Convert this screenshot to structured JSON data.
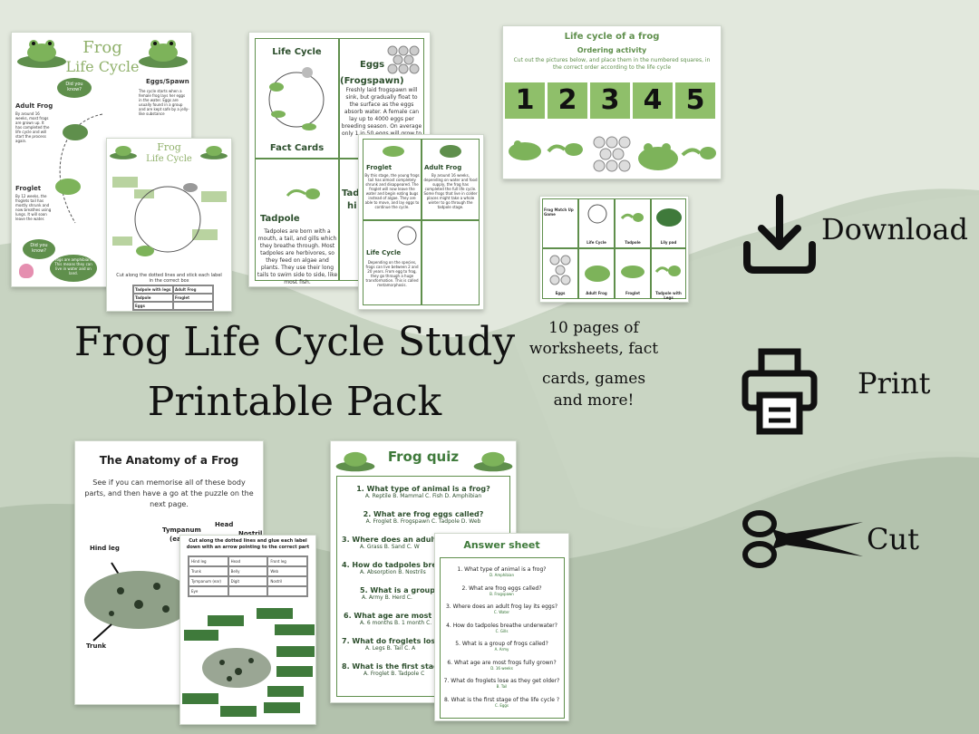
{
  "headline": {
    "line1": "Frog Life Cycle Study",
    "line2": "Printable Pack"
  },
  "subtext": {
    "line1": "10 pages of",
    "line2": "worksheets, fact",
    "line3": "cards, games",
    "line4": "and more!"
  },
  "actions": [
    {
      "label": "Download",
      "icon": "download-icon"
    },
    {
      "label": "Print",
      "icon": "printer-icon"
    },
    {
      "label": "Cut",
      "icon": "scissors-icon"
    }
  ],
  "colors": {
    "background": "#c7d3c1",
    "wave": "#e2e8dd",
    "accent": "#5f8f4c",
    "dark_green": "#3f7a3b"
  },
  "sheet1": {
    "title1": "Frog",
    "title2": "Life Cycle",
    "did_you_know": "Did you know?",
    "eggs_heading": "Eggs/Spawn",
    "eggs_text": "The cycle starts when a female frog lays her eggs in the water. Eggs are usually found in a group and are kept safe by a jelly-like substance",
    "adult_heading": "Adult Frog",
    "adult_text": "By around 16 weeks, most frogs are grown up. It has completed the life cycle and will start the process again.",
    "froglet_heading": "Froglet",
    "froglet_text": "By 12 weeks, the froglets tail has mostly shrunk and now breathes using lungs. It will soon leave the water.",
    "did_you_know2": "Did you know?",
    "frogs_amphibians": "Frogs are amphibians. This means they can live in water and on land."
  },
  "sheet2": {
    "title1": "Frog",
    "title2": "Life Cycle",
    "instruction": "Cut along the dotted lines and stick each label in the correct box",
    "table": [
      "Tadpole with legs",
      "Adult Frog",
      "Tadpole",
      "Froglet",
      "Eggs",
      ""
    ]
  },
  "sheet3": {
    "life_cycle": "Life Cycle",
    "fact_cards": "Fact Cards",
    "eggs_heading": "Eggs",
    "frogspawn": "(Frogspawn)",
    "eggs_text": "Freshly laid frogspawn will sink, but gradually float to the surface as the eggs absorb water. A female can lay up to 4000 eggs per breeding season. On average only 1 in 50 eggs will grow to adulthood.",
    "tadpole_heading": "Tadpole",
    "tadpole_text": "Tadpoles are born with a mouth, a tail, and gills which they breathe through. Most tadpoles are herbivores, so they feed on algae and plants. They use their long tails to swim side to side, like most fish.",
    "tad_heading_cut": "Tadp",
    "hi_cut": "hi"
  },
  "sheet4": {
    "froglet_heading": "Froglet",
    "froglet_text": "By this stage, the young frogs tail has almost completely shrunk and disappeared. The froglet will now leave the water and begin eating bugs instead of algae. They are able to move, and lay eggs to continue the cycle.",
    "adult_heading": "Adult Frog",
    "adult_text": "By around 16 weeks, depending on water and food supply, the frog has completed the full life cycle. Some frogs that live in colder places might take a whole winter to go through the tadpole stage.",
    "lc_heading": "Life Cycle",
    "lc_text": "Depending on the species, frogs can live between 2 and 20 years. From egg to frog, they go through a huge transformation. This is called metamorphosis."
  },
  "sheet5": {
    "title": "Life cycle of a frog",
    "subtitle": "Ordering activity",
    "instruction": "Cut out the pictures below, and place them in the numbered squares, in the correct order according to the life cycle",
    "numbers": [
      "1",
      "2",
      "3",
      "4",
      "5"
    ]
  },
  "sheet6": {
    "title": "Frog Match Up Game",
    "labels": [
      "Life Cycle",
      "Tadpole",
      "Lily pad",
      "Eggs",
      "Adult Frog",
      "Froglet",
      "Tadpole with Legs"
    ]
  },
  "sheet7": {
    "title": "The Anatomy of a Frog",
    "intro": "See if you can memorise all of these body parts, and then have a go at the puzzle on the next page.",
    "labels": {
      "tympanum": "Tympanum",
      "ear": "(ea",
      "head": "Head",
      "nostril": "Nostril",
      "hind_leg": "Hind leg",
      "trunk": "Trunk"
    }
  },
  "sheet8": {
    "instruction": "Cut along the dotted lines and glue each label down with an arrow pointing to the correct part",
    "table": [
      "Hind leg",
      "Head",
      "Front leg",
      "Trunk",
      "Belly",
      "Web",
      "Tympanum (ear)",
      "Digit",
      "Nostril",
      "Eye",
      "",
      ""
    ]
  },
  "sheet9": {
    "title": "Frog quiz",
    "questions": [
      {
        "q": "1. What type of animal is a frog?",
        "a": "A. Reptile  B. Mammal  C. Fish  D. Amphibian"
      },
      {
        "q": "2. What are frog eggs called?",
        "a": "A. Froglet  B. Frogspawn  C. Tadpole  D. Web"
      },
      {
        "q": "3. Where does an adult",
        "a": "A. Grass  B. Sand  C. W"
      },
      {
        "q": "4. How do tadpoles bre",
        "a": "A. Absorption  B. Nostrils"
      },
      {
        "q": "5. What is a group c",
        "a": "A. Army  B. Herd  C."
      },
      {
        "q": "6. What age are most f",
        "a": "A. 6 months  B. 1 month  C."
      },
      {
        "q": "7. What do froglets lose",
        "a": "A. Legs  B. Tail  C. A"
      },
      {
        "q": "8. What is the first stage",
        "a": "A. Froglet  B. Tadpole  C"
      }
    ]
  },
  "sheet10": {
    "title": "Answer sheet",
    "items": [
      {
        "q": "1. What type of animal is a frog?",
        "a": "D. Amphibian"
      },
      {
        "q": "2. What are frog eggs called?",
        "a": "B. Frogspawn"
      },
      {
        "q": "3. Where does an adult frog lay its eggs?",
        "a": "C. Water"
      },
      {
        "q": "4. How do tadpoles breathe underwater?",
        "a": "C. Gills"
      },
      {
        "q": "5. What is a group of frogs called?",
        "a": "A. Army"
      },
      {
        "q": "6. What age are most frogs fully grown?",
        "a": "D. 16 weeks"
      },
      {
        "q": "7. What do froglets lose as they get older?",
        "a": "B. Tail"
      },
      {
        "q": "8. What is the first stage of the life cycle ?",
        "a": "C. Eggs"
      }
    ]
  }
}
